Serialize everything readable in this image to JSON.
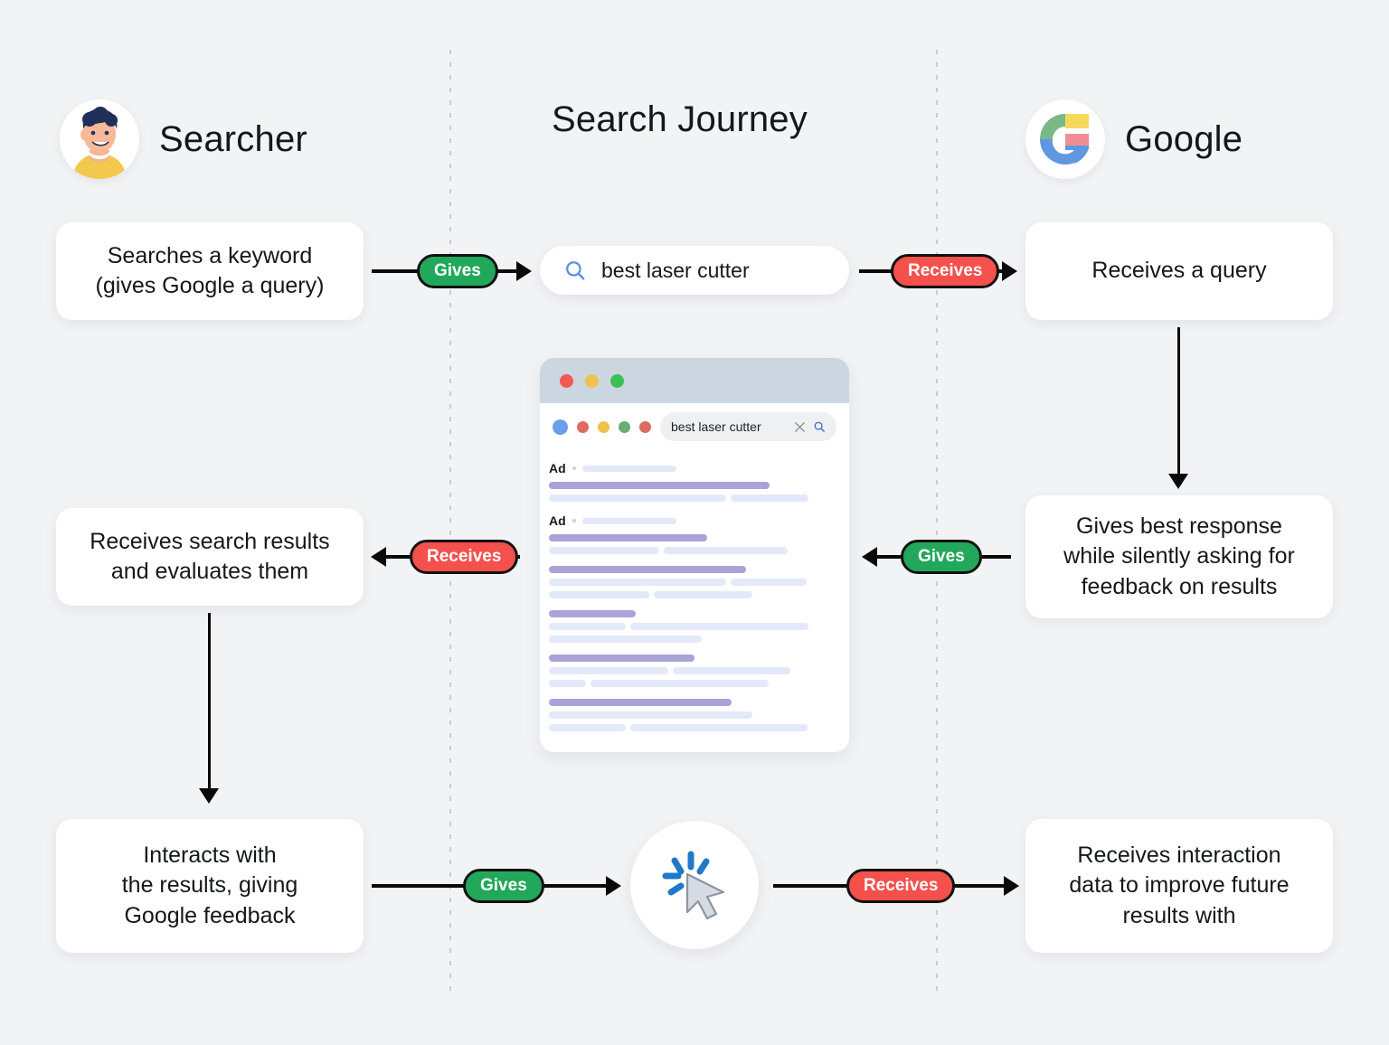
{
  "columns": {
    "left": {
      "title": "Searcher",
      "icon": "avatar-icon"
    },
    "center": {
      "title": "Search Journey"
    },
    "right": {
      "title": "Google",
      "icon": "google-g-icon"
    }
  },
  "cards": {
    "l1": "Searches a keyword\n(gives Google a query)",
    "l2": "Receives search results\nand evaluates them",
    "l3": "Interacts with\nthe results, giving\nGoogle feedback",
    "r1": "Receives a query",
    "r2": "Gives best response\nwhile silently asking for\nfeedback on results",
    "r3": "Receives interaction\ndata to improve future\nresults with"
  },
  "search_pill": {
    "query": "best laser cutter",
    "icon": "search-icon"
  },
  "browser": {
    "url_query": "best laser cutter",
    "clear_icon": "close-icon",
    "search_icon": "search-icon",
    "ad_label_1": "Ad",
    "ad_label_2": "Ad",
    "traffic_lights": [
      "#f05a52",
      "#f2c14e",
      "#3cc056"
    ],
    "brand_dots": [
      "#6d9eeb",
      "#dd6b63",
      "#f0c04a",
      "#6aab76",
      "#dd6b63"
    ]
  },
  "badges": {
    "row1_left": "Gives",
    "row1_right": "Receives",
    "row2_left": "Receives",
    "row2_right": "Gives",
    "row3_left": "Gives",
    "row3_right": "Receives"
  },
  "click_icon": "cursor-click-icon",
  "colors": {
    "background": "#f2f3f5",
    "gives": "#22a85a",
    "receives": "#f4504c",
    "arrow": "#0a0a0a",
    "divider": "#c9ccd6",
    "card": "#ffffff",
    "result_purple": "#a9a3d8",
    "result_light": "#e3e9f8"
  }
}
